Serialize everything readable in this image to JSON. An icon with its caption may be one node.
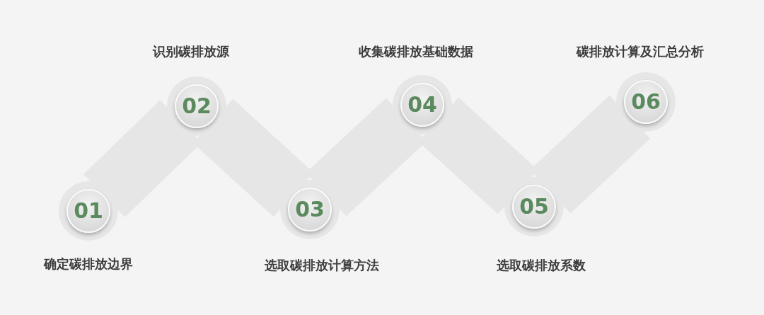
{
  "diagram": {
    "nodes": [
      {
        "text": [
          "01"
        ],
        "beside": [
          "确定碳排放边界"
        ]
      },
      {
        "text": [
          "02"
        ],
        "beside": [
          "识别碳排放源"
        ]
      },
      {
        "text": [
          "03"
        ],
        "beside": [
          "选取碳排放计算方法"
        ]
      },
      {
        "text": [
          "04"
        ],
        "beside": [
          "收集碳排放基础数据"
        ]
      },
      {
        "text": [
          "05"
        ],
        "beside": [
          "选取碳排放系数"
        ]
      },
      {
        "text": [
          "06"
        ],
        "beside": [
          "碳排放计算及汇总分析"
        ]
      }
    ],
    "edges": [
      {
        "from": 0,
        "to": 1,
        "arrow": "none"
      },
      {
        "from": 1,
        "to": 2,
        "arrow": "none"
      },
      {
        "from": 2,
        "to": 3,
        "arrow": "none"
      },
      {
        "from": 3,
        "to": 4,
        "arrow": "none"
      },
      {
        "from": 4,
        "to": 5,
        "arrow": "none"
      }
    ]
  }
}
